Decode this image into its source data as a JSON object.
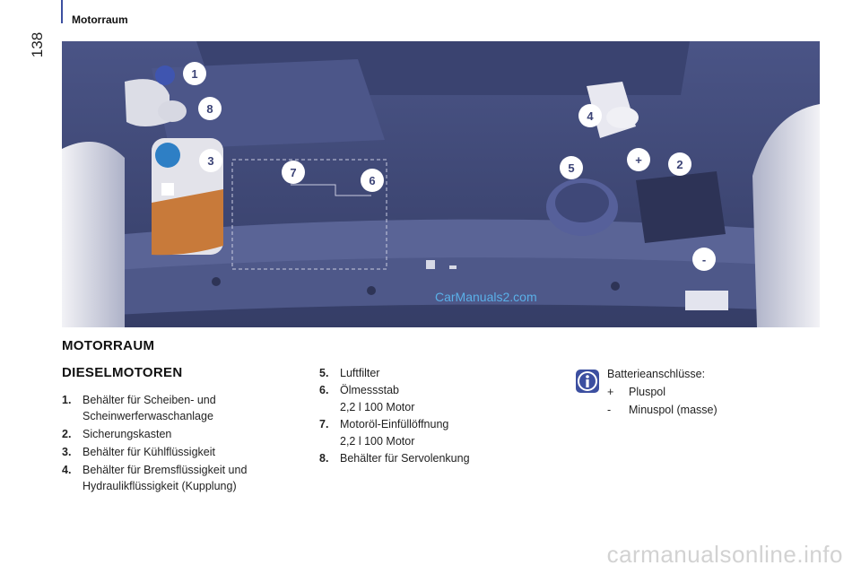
{
  "page": {
    "number": "138",
    "section": "Motorraum"
  },
  "illustration": {
    "callouts": [
      "1",
      "8",
      "3",
      "7",
      "6",
      "5",
      "4",
      "+",
      "2",
      "-"
    ],
    "watermark": "CarManuals2.com",
    "colors": {
      "background": "#404a78",
      "callout_fill": "#ffffff",
      "coolant": "#c87a3a",
      "highlight": "#e8e8f0"
    }
  },
  "content": {
    "title": "MOTORRAUM",
    "subtitle": "DIESELMOTOREN",
    "items_left": [
      {
        "num": "1.",
        "text": "Behälter für Scheiben- und Scheinwerferwaschanlage"
      },
      {
        "num": "2.",
        "text": "Sicherungskasten"
      },
      {
        "num": "3.",
        "text": "Behälter für Kühlflüssigkeit"
      },
      {
        "num": "4.",
        "text": "Behälter für Bremsflüssigkeit und Hydraulikflüssigkeit (Kupplung)"
      }
    ],
    "items_mid": [
      {
        "num": "5.",
        "text": "Luftfilter"
      },
      {
        "num": "6.",
        "text": "Ölmessstab"
      },
      {
        "num": "",
        "text": "2,2 l 100 Motor"
      },
      {
        "num": "7.",
        "text": "Motoröl-Einfüllöffnung"
      },
      {
        "num": "",
        "text": "2,2 l 100 Motor"
      },
      {
        "num": "8.",
        "text": "Behälter für Servolenkung"
      }
    ],
    "info": {
      "icon": "info-icon",
      "heading": "Batterieanschlüsse:",
      "rows": [
        {
          "sym": "+",
          "text": "Pluspol"
        },
        {
          "sym": "-",
          "text": "Minuspol (masse)"
        }
      ]
    }
  },
  "footer": {
    "watermark": "carmanualsonline.info"
  }
}
